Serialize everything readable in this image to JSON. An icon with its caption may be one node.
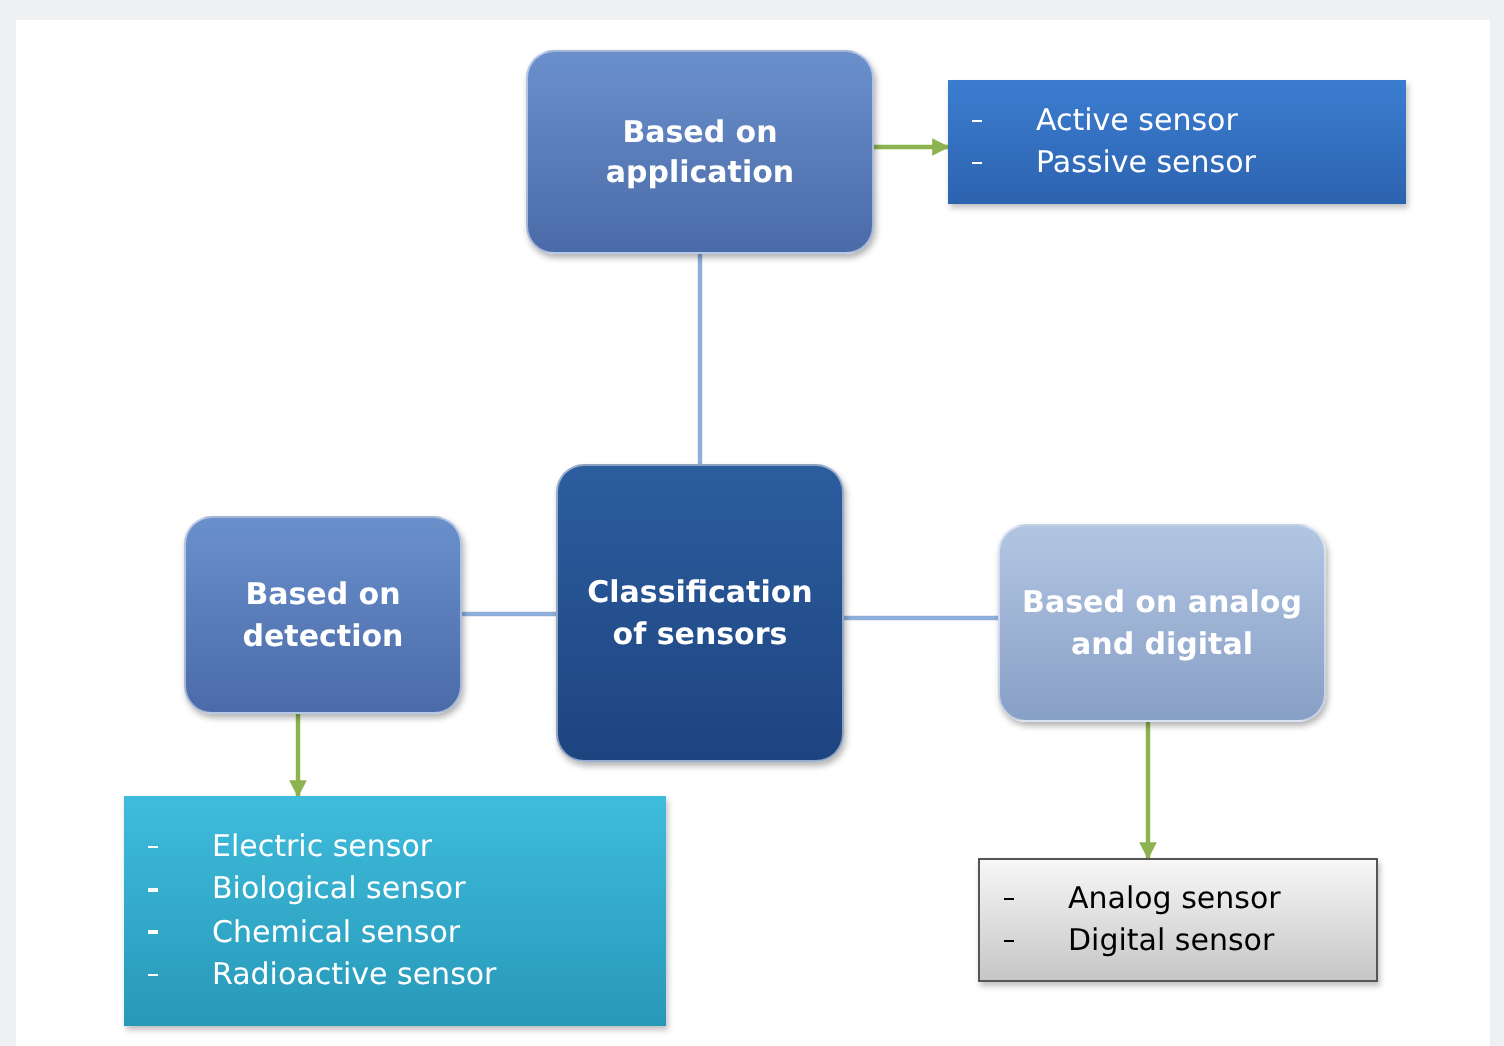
{
  "diagram": {
    "nodes": [
      {
        "text": [
          "Based on application"
        ]
      },
      {
        "text": [
          "Active sensor",
          "Passive sensor"
        ]
      },
      {
        "text": [
          "Based on detection"
        ]
      },
      {
        "text": [
          "Classification of sensors"
        ]
      },
      {
        "text": [
          "Based on analog and digital"
        ]
      },
      {
        "text": [
          "Electric sensor",
          "Biological sensor",
          "Chemical sensor",
          "Radioactive sensor"
        ]
      },
      {
        "text": [
          "Analog sensor",
          "Digital sensor"
        ]
      }
    ],
    "edges": [
      {
        "from": 0,
        "to": 1,
        "arrow": "to",
        "color": "#8db350"
      },
      {
        "from": 3,
        "to": 0,
        "arrow": "none",
        "color": "#8eaedc"
      },
      {
        "from": 2,
        "to": 3,
        "arrow": "none",
        "color": "#8eaedc"
      },
      {
        "from": 3,
        "to": 4,
        "arrow": "none",
        "color": "#8eaedc"
      },
      {
        "from": 2,
        "to": 5,
        "arrow": "to",
        "color": "#8db350"
      },
      {
        "from": 4,
        "to": 6,
        "arrow": "to",
        "color": "#8db350"
      }
    ]
  }
}
